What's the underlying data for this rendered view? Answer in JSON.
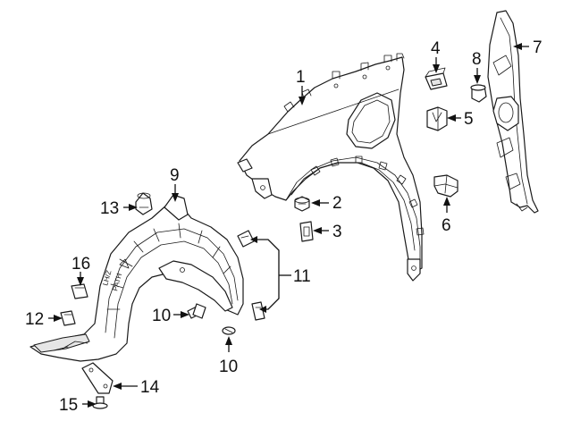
{
  "diagram": {
    "callouts": [
      {
        "id": "c1",
        "text": "1"
      },
      {
        "id": "c2",
        "text": "2"
      },
      {
        "id": "c3",
        "text": "3"
      },
      {
        "id": "c4",
        "text": "4"
      },
      {
        "id": "c5",
        "text": "5"
      },
      {
        "id": "c6",
        "text": "6"
      },
      {
        "id": "c7",
        "text": "7"
      },
      {
        "id": "c8",
        "text": "8"
      },
      {
        "id": "c9",
        "text": "9"
      },
      {
        "id": "c10a",
        "text": "10"
      },
      {
        "id": "c10b",
        "text": "10"
      },
      {
        "id": "c11",
        "text": "11"
      },
      {
        "id": "c12",
        "text": "12"
      },
      {
        "id": "c13",
        "text": "13"
      },
      {
        "id": "c14",
        "text": "14"
      },
      {
        "id": "c15",
        "text": "15"
      },
      {
        "id": "c16",
        "text": "16"
      }
    ],
    "liner_marking": {
      "line1": "LH/Z",
      "line2": "PATH"
    }
  }
}
